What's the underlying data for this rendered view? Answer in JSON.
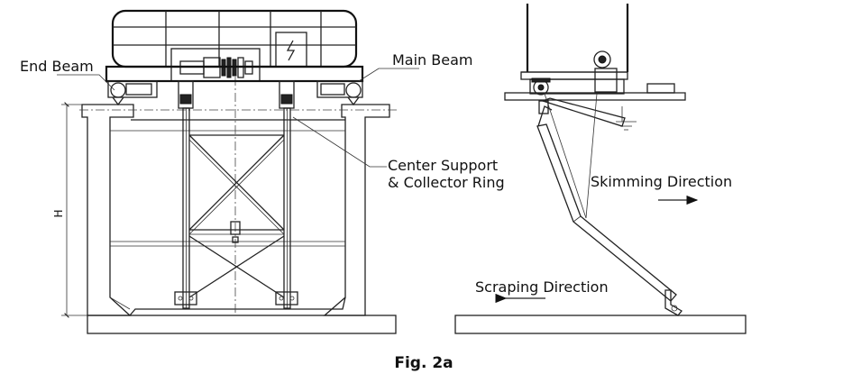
{
  "labels": {
    "end_beam": "End Beam",
    "main_beam": "Main Beam",
    "center_support_line1": "Center Support",
    "center_support_line2": "& Collector Ring",
    "height_symbol": "H",
    "skimming_direction": "Skimming Direction",
    "scraping_direction": "Scraping Direction"
  },
  "caption": "Fig. 2a"
}
